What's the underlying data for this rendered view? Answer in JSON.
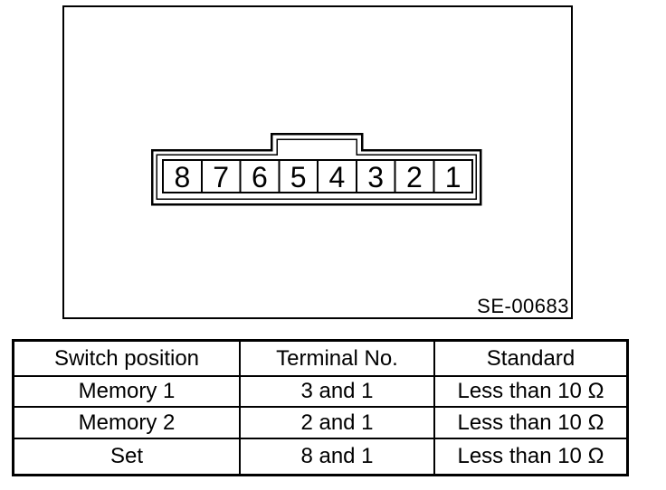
{
  "figure": {
    "label": "SE-00683",
    "connector": {
      "terminals": [
        "8",
        "7",
        "6",
        "5",
        "4",
        "3",
        "2",
        "1"
      ]
    }
  },
  "table": {
    "headers": [
      "Switch position",
      "Terminal No.",
      "Standard"
    ],
    "rows": [
      [
        "Memory 1",
        "3 and 1",
        "Less than 10 Ω"
      ],
      [
        "Memory 2",
        "2 and 1",
        "Less than 10 Ω"
      ],
      [
        "Set",
        "8 and 1",
        "Less than 10 Ω"
      ]
    ]
  },
  "colors": {
    "line": "#000000",
    "background": "#ffffff"
  }
}
